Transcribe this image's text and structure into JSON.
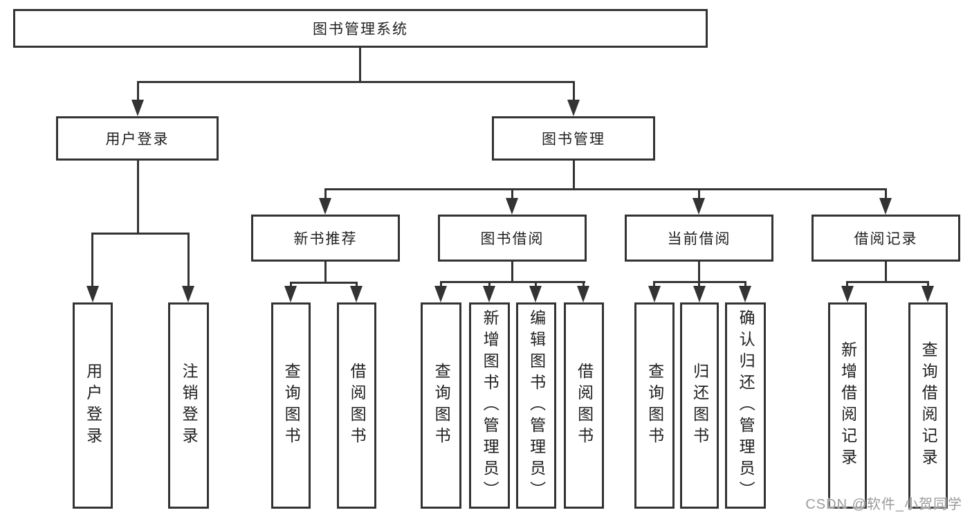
{
  "colors": {
    "line": "#333333",
    "text": "#1f1f1f",
    "background": "#ffffff",
    "watermark": "#9b9b9b"
  },
  "watermark": "CSDN @软件_小贺同学",
  "tree": {
    "root": {
      "label": "图书管理系统"
    },
    "branches": [
      {
        "label": "用户登录",
        "children": [
          {
            "label": "用户登录"
          },
          {
            "label": "注销登录"
          }
        ]
      },
      {
        "label": "图书管理",
        "children": [
          {
            "label": "新书推荐",
            "children": [
              {
                "label": "查询图书"
              },
              {
                "label": "借阅图书"
              }
            ]
          },
          {
            "label": "图书借阅",
            "children": [
              {
                "label": "查询图书"
              },
              {
                "label": "新增图书（管理员）"
              },
              {
                "label": "编辑图书（管理员）"
              },
              {
                "label": "借阅图书"
              }
            ]
          },
          {
            "label": "当前借阅",
            "children": [
              {
                "label": "查询图书"
              },
              {
                "label": "归还图书"
              },
              {
                "label": "确认归还（管理员）"
              }
            ]
          },
          {
            "label": "借阅记录",
            "children": [
              {
                "label": "新增借阅记录"
              },
              {
                "label": "查询借阅记录"
              }
            ]
          }
        ]
      }
    ]
  }
}
